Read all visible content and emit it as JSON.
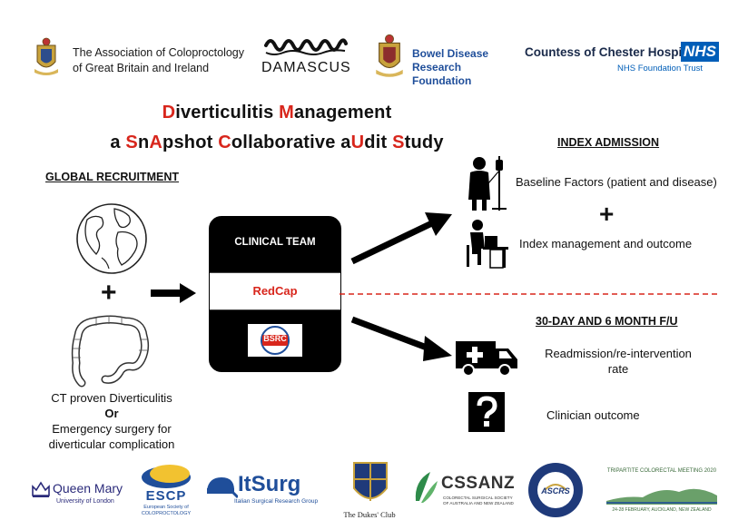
{
  "header_logos": {
    "acpgbi": {
      "line1": "The Association of Coloproctology",
      "line2": "of Great Britain and Ireland"
    },
    "damascus": {
      "text": "DAMASCUS"
    },
    "bdrf": {
      "line1": "Bowel Disease",
      "line2": "Research Foundation"
    },
    "coch": {
      "name": "Countess of Chester Hospital",
      "nhs": "NHS",
      "trust": "NHS Foundation Trust"
    }
  },
  "title": {
    "line1": [
      {
        "t": "D",
        "red": true
      },
      {
        "t": "iverticulitis ",
        "red": false
      },
      {
        "t": "M",
        "red": true
      },
      {
        "t": "anagement",
        "red": false
      }
    ],
    "line2": [
      {
        "t": "a ",
        "red": false
      },
      {
        "t": "S",
        "red": true
      },
      {
        "t": "n",
        "red": false
      },
      {
        "t": "A",
        "red": true
      },
      {
        "t": "pshot ",
        "red": false
      },
      {
        "t": "C",
        "red": true
      },
      {
        "t": "ollaborative a",
        "red": false
      },
      {
        "t": "U",
        "red": true
      },
      {
        "t": "dit ",
        "red": false
      },
      {
        "t": "S",
        "red": true
      },
      {
        "t": "tudy",
        "red": false
      }
    ]
  },
  "left": {
    "heading": "GLOBAL RECRUITMENT",
    "plus": "+",
    "caption1": "CT proven Diverticulitis",
    "caption_or": "Or",
    "caption2": "Emergency surgery for",
    "caption3": "diverticular complication"
  },
  "center": {
    "clinical_team": "CLINICAL TEAM",
    "redcap": "RedCap",
    "bsrc_label": "BSRC"
  },
  "index_admission": {
    "heading": "INDEX ADMISSION",
    "baseline": "Baseline Factors (patient and disease)",
    "plus": "+",
    "management": "Index management and outcome"
  },
  "followup": {
    "heading": "30-DAY AND 6 MONTH F/U",
    "readmission_1": "Readmission/re-intervention",
    "readmission_2": "rate",
    "clinician": "Clinician outcome"
  },
  "footer_logos": {
    "qm": {
      "name": "Queen Mary",
      "sub": "University of London"
    },
    "escp": {
      "name": "ESCP",
      "sub1": "European Society of",
      "sub2": "COLOPROCTOLOGY"
    },
    "itsurg": {
      "name": "ItSurg",
      "sub": "Italian Surgical Research Group"
    },
    "dukes": {
      "name": "The Dukes' Club"
    },
    "cssanz": {
      "name": "CSSANZ",
      "sub1": "COLORECTAL SURGICAL SOCIETY",
      "sub2": "OF AUSTRALIA AND NEW ZEALAND"
    },
    "ascrs": {
      "name": "ASCRS"
    },
    "tripartite": {
      "name": "TRIPARTITE COLORECTAL MEETING 2020",
      "sub": "24-28 FEBRUARY, AUCKLAND, NEW ZEALAND"
    }
  },
  "colors": {
    "red": "#d8261c",
    "nhs_blue": "#005eb8",
    "bdrf_blue": "#1f4e9a",
    "black": "#000000"
  }
}
